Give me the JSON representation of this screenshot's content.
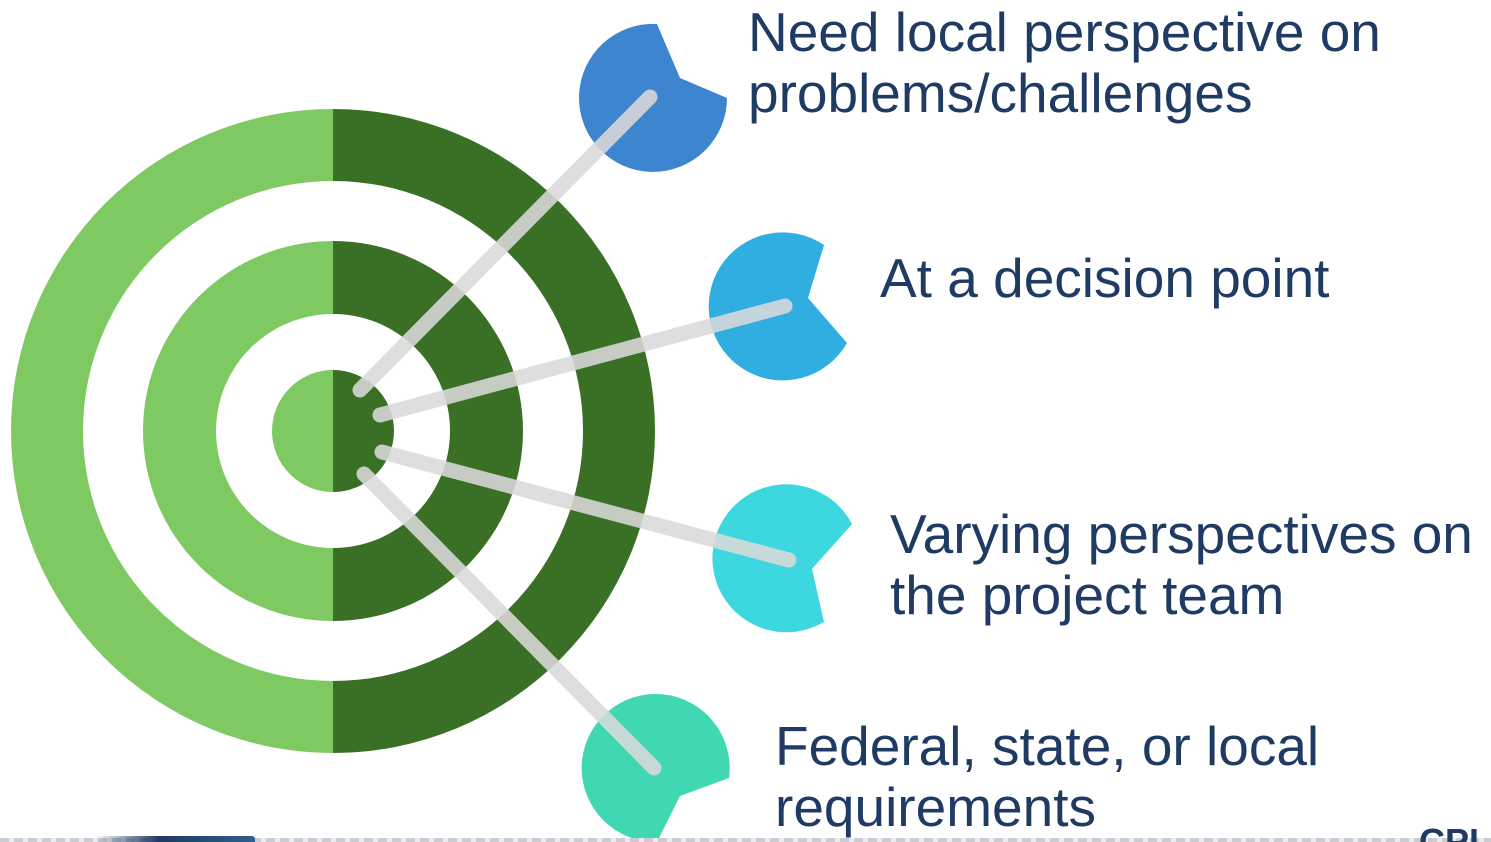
{
  "items": [
    {
      "lines": [
        "Need local perspective on",
        "problems/challenges"
      ]
    },
    {
      "lines": [
        "At a decision point"
      ]
    },
    {
      "lines": [
        "Varying perspectives on",
        "the project team"
      ]
    },
    {
      "lines": [
        "Federal, state, or local",
        "requirements"
      ]
    }
  ],
  "colors": {
    "ring_light_green": "#7ec962",
    "ring_dark_green": "#3a6f26",
    "dart_shaft": "#dadada",
    "dart_1": "#3d85cf",
    "dart_2": "#30aee2",
    "dart_3": "#3dd8df",
    "dart_4": "#3fd8b2",
    "text": "#1f3a63"
  },
  "icons": {
    "target": "bullseye-target-icon",
    "darts": "dart-icon"
  },
  "footer": {
    "logo_text": "CPI"
  }
}
